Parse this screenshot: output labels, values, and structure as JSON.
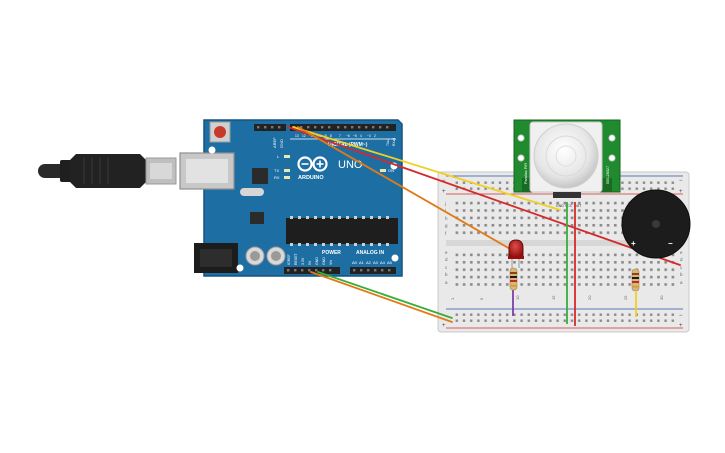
{
  "arduino": {
    "brand": "ARDUINO",
    "model": "UNO",
    "digital_header_label": "DIGITAL (PWM~)",
    "power_label": "POWER",
    "analog_label": "ANALOG IN",
    "on_label": "ON",
    "led_l": "L",
    "led_tx": "TX",
    "led_rx": "RX",
    "aref": "AREF",
    "gnd": "GND",
    "power_pins": [
      "IOREF",
      "RESET",
      "3.3V",
      "5V",
      "GND",
      "GND",
      "Vin"
    ],
    "analog_pins": [
      "A0",
      "A1",
      "A2",
      "A3",
      "A4",
      "A5"
    ],
    "digital_pins": [
      "13",
      "12",
      "~11",
      "~10",
      "~9",
      "8",
      "7",
      "~6",
      "~5",
      "4",
      "~3",
      "2",
      "TX▸1",
      "RX◂0"
    ]
  },
  "pir_sensor": {
    "left_text": "Parallax PIR",
    "right_text": "555-28027",
    "pins": [
      "GND",
      "VCC",
      "OUT"
    ]
  },
  "buzzer": {
    "plus": "+",
    "minus": "−"
  },
  "breadboard": {
    "rail_plus": "+",
    "rail_minus": "−",
    "rows_top": [
      "j",
      "i",
      "h",
      "g",
      "f"
    ],
    "rows_bottom": [
      "e",
      "d",
      "c",
      "b",
      "a"
    ],
    "column_numbers": [
      "1",
      "5",
      "10",
      "15",
      "20",
      "25",
      "30"
    ]
  },
  "colors": {
    "board": "#1d6fa3",
    "board_dark": "#15557f",
    "pir_pcb": "#1f8a2e",
    "wire_red": "#d42a2a",
    "wire_yellow": "#f0d020",
    "wire_orange": "#e27a14",
    "wire_green": "#3aad3a",
    "led_red": "#b50f0f"
  }
}
